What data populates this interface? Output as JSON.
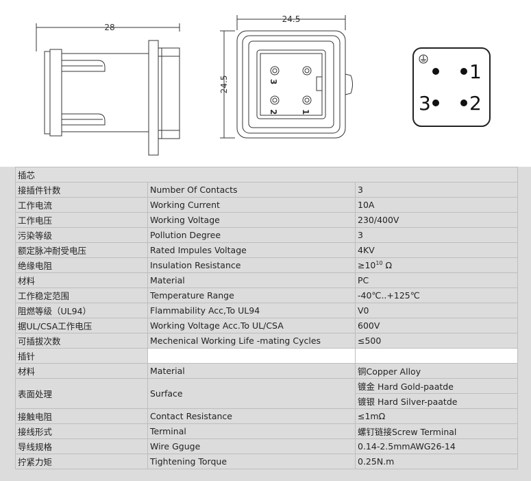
{
  "drawings": {
    "side_view_dimension": "28",
    "front_view_width": "24.5",
    "front_view_height": "24.5",
    "front_pin_labels": [
      "3",
      "2",
      "1"
    ],
    "pinout_labels": [
      "1",
      "2",
      "3"
    ]
  },
  "sections": [
    {
      "title": "插芯",
      "rows": [
        {
          "cn": "接插件针数",
          "en": "Number Of Contacts",
          "value": "3"
        },
        {
          "cn": "工作电流",
          "en": "Working Current",
          "value": "10A"
        },
        {
          "cn": "工作电压",
          "en": "Working Voltage",
          "value": "230/400V"
        },
        {
          "cn": "污染等级",
          "en": "Pollution Degree",
          "value": "3"
        },
        {
          "cn": "额定脉冲耐受电压",
          "en": "Rated Impules Voltage",
          "value": "4KV"
        },
        {
          "cn": "绝缘电阻",
          "en": "Insulation Resistance",
          "value_pre": "≥10",
          "value_sup": "10",
          "value_post": " Ω"
        },
        {
          "cn": "材料",
          "en": "Material",
          "value": "PC"
        },
        {
          "cn": "工作稳定范围",
          "en": "Temperature Range",
          "value": "-40℃..+125℃"
        },
        {
          "cn": "阻燃等级（UL94）",
          "en": "Flammability Acc,To UL94",
          "value": "V0"
        },
        {
          "cn": "据UL/CSA工作电压",
          "en": "Working Voltage Acc.To UL/CSA",
          "value": "600V"
        },
        {
          "cn": "可插拔次数",
          "en": "Mechenical Working Life -mating Cycles",
          "value": "≤500"
        }
      ]
    },
    {
      "title": "插针",
      "rows": [
        {
          "cn": "材料",
          "en": "Material",
          "value": "铜Copper Alloy"
        },
        {
          "cn": "表面处理",
          "en": "Surface",
          "value": "镀金 Hard Gold-paatde",
          "value2": "镀银 Hard Silver-paatde"
        },
        {
          "cn": "接触电阻",
          "en": "Contact Resistance",
          "value": "≤1mΩ"
        },
        {
          "cn": "接线形式",
          "en": "Terminal",
          "value": "螺钉链接Screw Terminal"
        },
        {
          "cn": "导线规格",
          "en": "Wire Gguge",
          "value": "0.14-2.5mmAWG26-14"
        },
        {
          "cn": "拧紧力矩",
          "en": "Tightening Torque",
          "value": "0.25N.m"
        }
      ]
    }
  ]
}
